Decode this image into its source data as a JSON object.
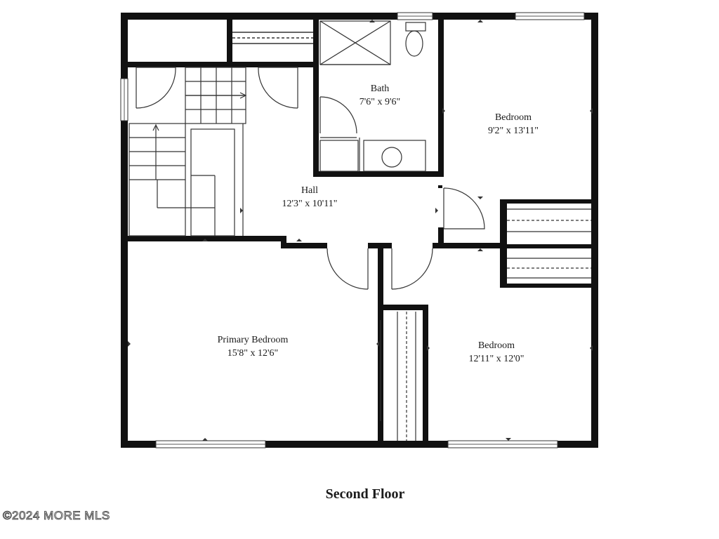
{
  "floor_title": "Second Floor",
  "watermark": "©2024 MORE MLS",
  "rooms": {
    "bath": {
      "name": "Bath",
      "dims": "7'6\" x 9'6\""
    },
    "bedroom_ne": {
      "name": "Bedroom",
      "dims": "9'2\" x 13'11\""
    },
    "hall": {
      "name": "Hall",
      "dims": "12'3\" x 10'11\""
    },
    "primary": {
      "name": "Primary Bedroom",
      "dims": "15'8\" x 12'6\""
    },
    "bedroom_se": {
      "name": "Bedroom",
      "dims": "12'11\" x 12'0\""
    }
  },
  "colors": {
    "wall": "#111111",
    "line": "#333333",
    "light": "#888888"
  }
}
